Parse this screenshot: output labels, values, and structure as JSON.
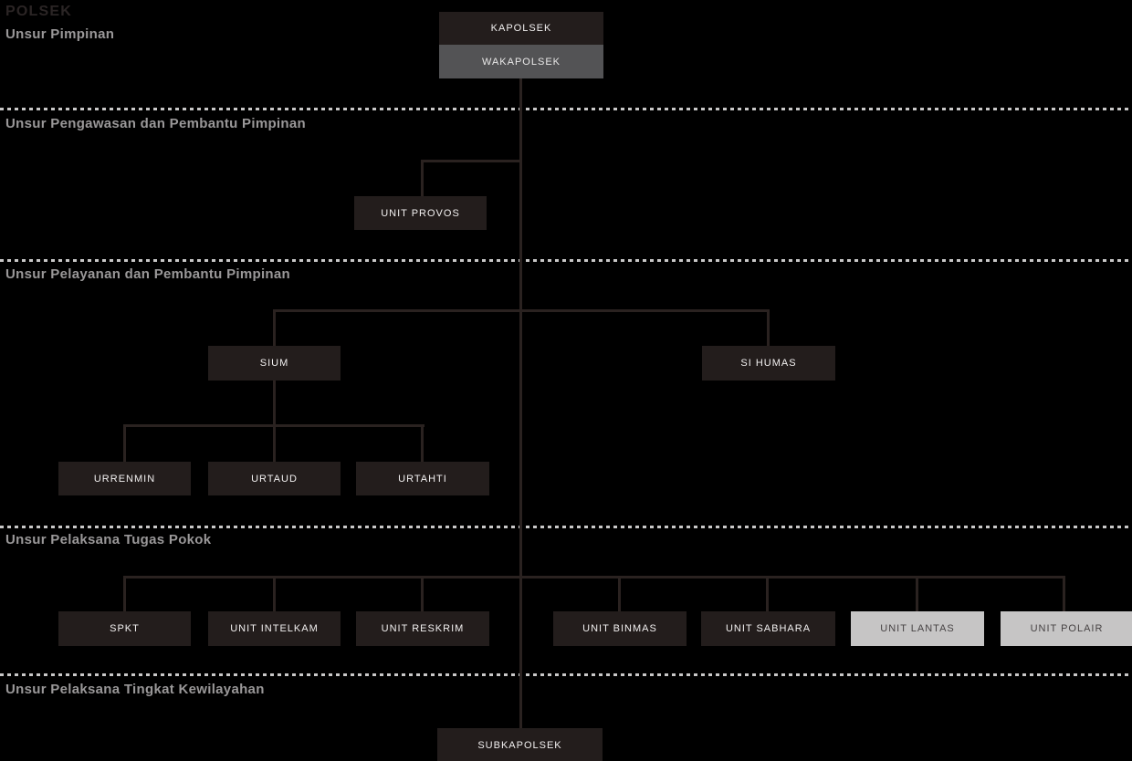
{
  "title": "POLSEK",
  "sections": [
    {
      "label": "Unsur Pimpinan"
    },
    {
      "label": "Unsur Pengawasan dan Pembantu Pimpinan"
    },
    {
      "label": "Unsur Pelayanan dan Pembantu Pimpinan"
    },
    {
      "label": "Unsur Pelaksana Tugas Pokok"
    },
    {
      "label": "Unsur Pelaksana Tingkat Kewilayahan"
    }
  ],
  "nodes": {
    "kapolsek": "KAPOLSEK",
    "wakapolsek": "WAKAPOLSEK",
    "unit_provos": "UNIT PROVOS",
    "sium": "SIUM",
    "si_humas": "SI HUMAS",
    "urrenmin": "URRENMIN",
    "urtaud": "URTAUD",
    "urtahti": "URTAHTI",
    "spkt": "SPKT",
    "unit_intelkam": "UNIT INTELKAM",
    "unit_reskrim": "UNIT RESKRIM",
    "unit_binmas": "UNIT BINMAS",
    "unit_sabhara": "UNIT SABHARA",
    "unit_lantas": "UNIT LANTAS",
    "unit_polair": "UNIT POLAIR",
    "subkapolsek": "SUBKAPOLSEK"
  },
  "colors": {
    "background": "#000000",
    "box_dark": "#231d1c",
    "box_gray": "#535355",
    "box_light": "#c6c5c5",
    "box_dark_text": "#f2f0f0",
    "box_gray_text": "#e9e8e8",
    "box_light_text": "#474344",
    "connector": "#2a2220",
    "divider": "#c9c8c8",
    "section_label": "#9a9899",
    "title": "#2b2525"
  }
}
